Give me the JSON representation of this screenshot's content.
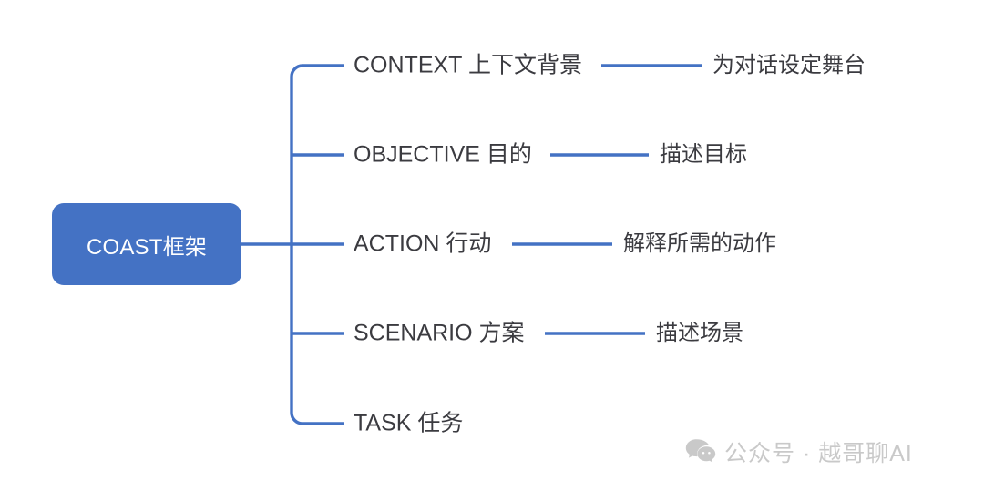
{
  "diagram": {
    "type": "mind-map",
    "background_color": "#ffffff",
    "accent_color": "#4472c4",
    "text_color": "#3b3b40",
    "root": {
      "label": "COAST框架",
      "text_color": "#ffffff",
      "fill_color": "#4472c4"
    },
    "branches": [
      {
        "label": "CONTEXT 上下文背景",
        "description": "为对话设定舞台"
      },
      {
        "label": "OBJECTIVE 目的",
        "description": "描述目标"
      },
      {
        "label": "ACTION 行动",
        "description": "解释所需的动作"
      },
      {
        "label": "SCENARIO 方案",
        "description": "描述场景"
      },
      {
        "label": "TASK 任务",
        "description": ""
      }
    ]
  },
  "watermark": {
    "icon": "wechat-icon",
    "text": "公众号 · 越哥聊AI",
    "color": "#c9c9c9"
  }
}
